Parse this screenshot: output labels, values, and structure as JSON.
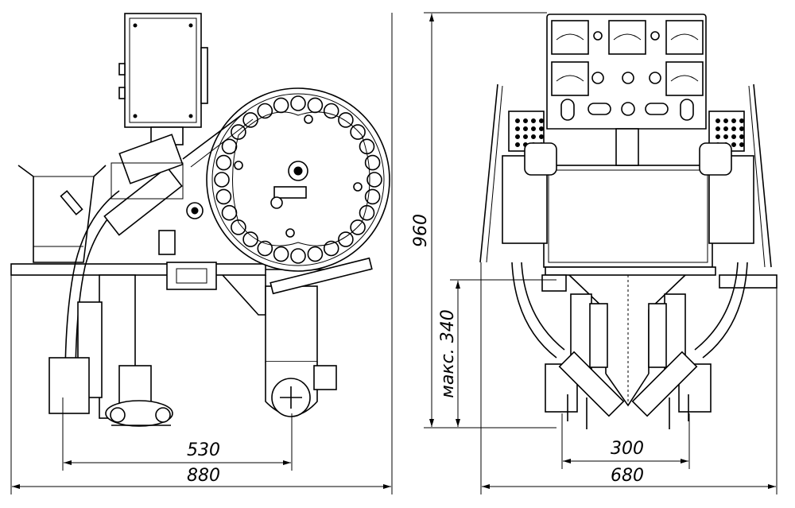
{
  "dimensions": {
    "left_width_small": "530",
    "left_width_total": "880",
    "height_total": "960",
    "height_max": "макс. 340",
    "right_width_small": "300",
    "right_width_total": "680"
  }
}
